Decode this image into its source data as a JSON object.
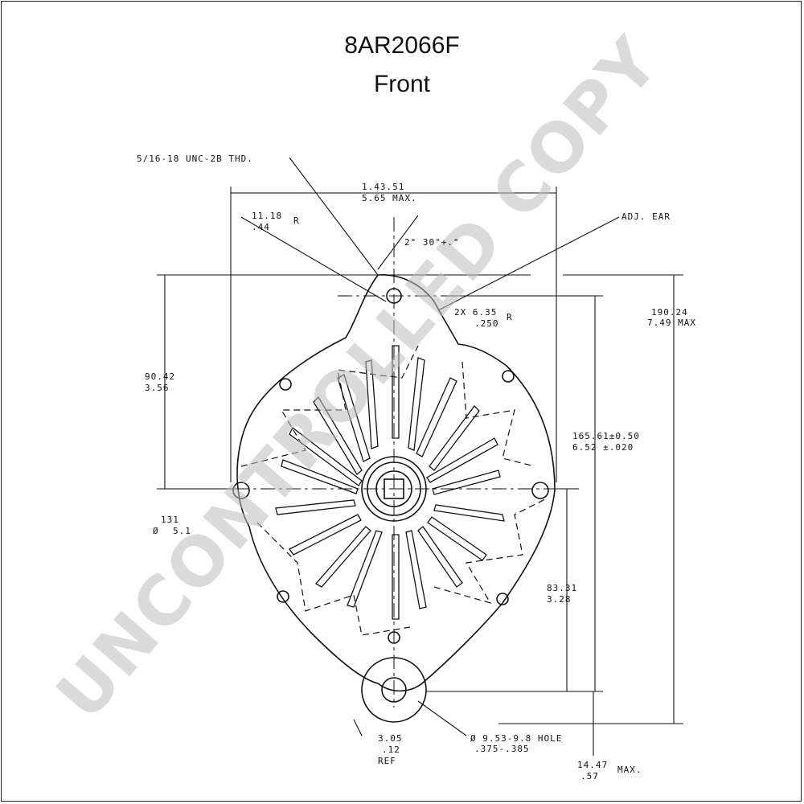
{
  "title": {
    "part_number": "8AR2066F",
    "view": "Front"
  },
  "watermark": "UNCONTROLLED COPY",
  "callouts": {
    "thread": "5/16-18 UNC-2B THD.",
    "width_mm": "1.43.51",
    "width_in": "5.65 MAX.",
    "ear_radius_mm": "11.18",
    "ear_radius_in": ".44",
    "ear_radius_r": "R",
    "angle": "2° 30°+.°",
    "adj_ear": "ADJ. EAR",
    "slot_radius_mm": "2X 6.35",
    "slot_radius_r": "R",
    "slot_radius_in": ".250",
    "height_max_mm": "190.24",
    "height_max_in": "7.49 MAX",
    "upper_mm": "90.42",
    "upper_in": "3.56",
    "center_dist_mm": "165.61±0.50",
    "center_dist_in": "6.52  ±.020",
    "dia_a": "131",
    "dia_b": "Ø",
    "dia_c": "5.1",
    "lower_mm": "83.31",
    "lower_in": "3.28",
    "ref_mm": "3.05",
    "ref_in": ".12",
    "ref_label": "REF",
    "hole_mm": "Ø 9.53-9.8 HOLE",
    "hole_in": ".375-.385",
    "foot_mm": "14.47",
    "foot_in": ".57",
    "foot_max": "MAX."
  }
}
